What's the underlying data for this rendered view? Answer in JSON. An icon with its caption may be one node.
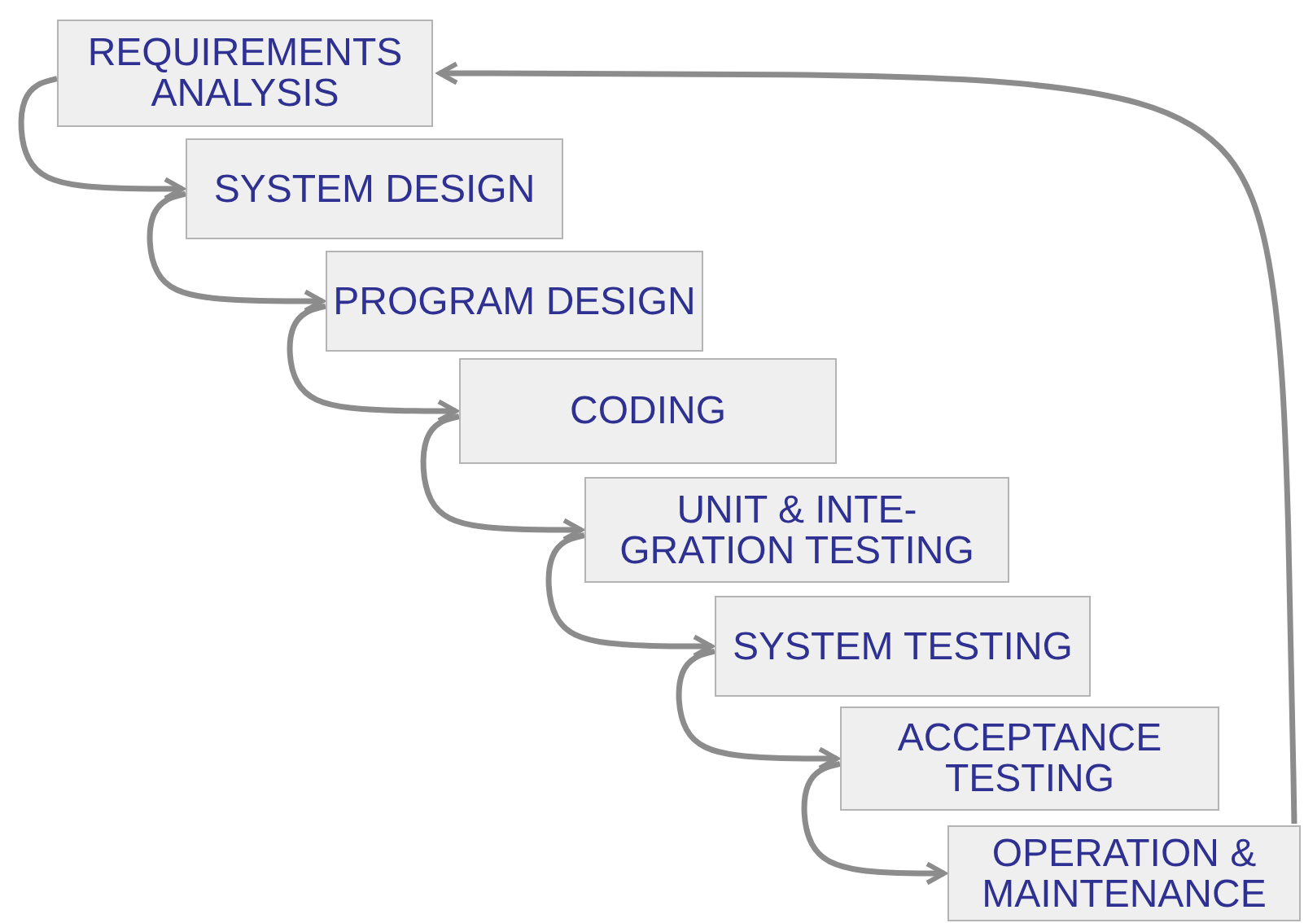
{
  "diagram": {
    "nodes": [
      {
        "text": [
          "REQUIREMENTS ANALYSIS"
        ]
      },
      {
        "text": [
          "SYSTEM DESIGN"
        ]
      },
      {
        "text": [
          "PROGRAM DESIGN"
        ]
      },
      {
        "text": [
          "CODING"
        ]
      },
      {
        "text": [
          "UNIT & INTE- GRATION TESTING"
        ]
      },
      {
        "text": [
          "SYSTEM TESTING"
        ]
      },
      {
        "text": [
          "ACCEPTANCE TESTING"
        ]
      },
      {
        "text": [
          "OPERATION & MAINTENANCE"
        ]
      }
    ],
    "edges": [
      {
        "from": 0,
        "to": 1,
        "arrow": "to"
      },
      {
        "from": 1,
        "to": 2,
        "arrow": "to"
      },
      {
        "from": 2,
        "to": 3,
        "arrow": "to"
      },
      {
        "from": 3,
        "to": 4,
        "arrow": "to"
      },
      {
        "from": 4,
        "to": 5,
        "arrow": "to"
      },
      {
        "from": 5,
        "to": 6,
        "arrow": "to"
      },
      {
        "from": 6,
        "to": 7,
        "arrow": "to"
      },
      {
        "from": 7,
        "to": 0,
        "arrow": "to"
      }
    ]
  }
}
